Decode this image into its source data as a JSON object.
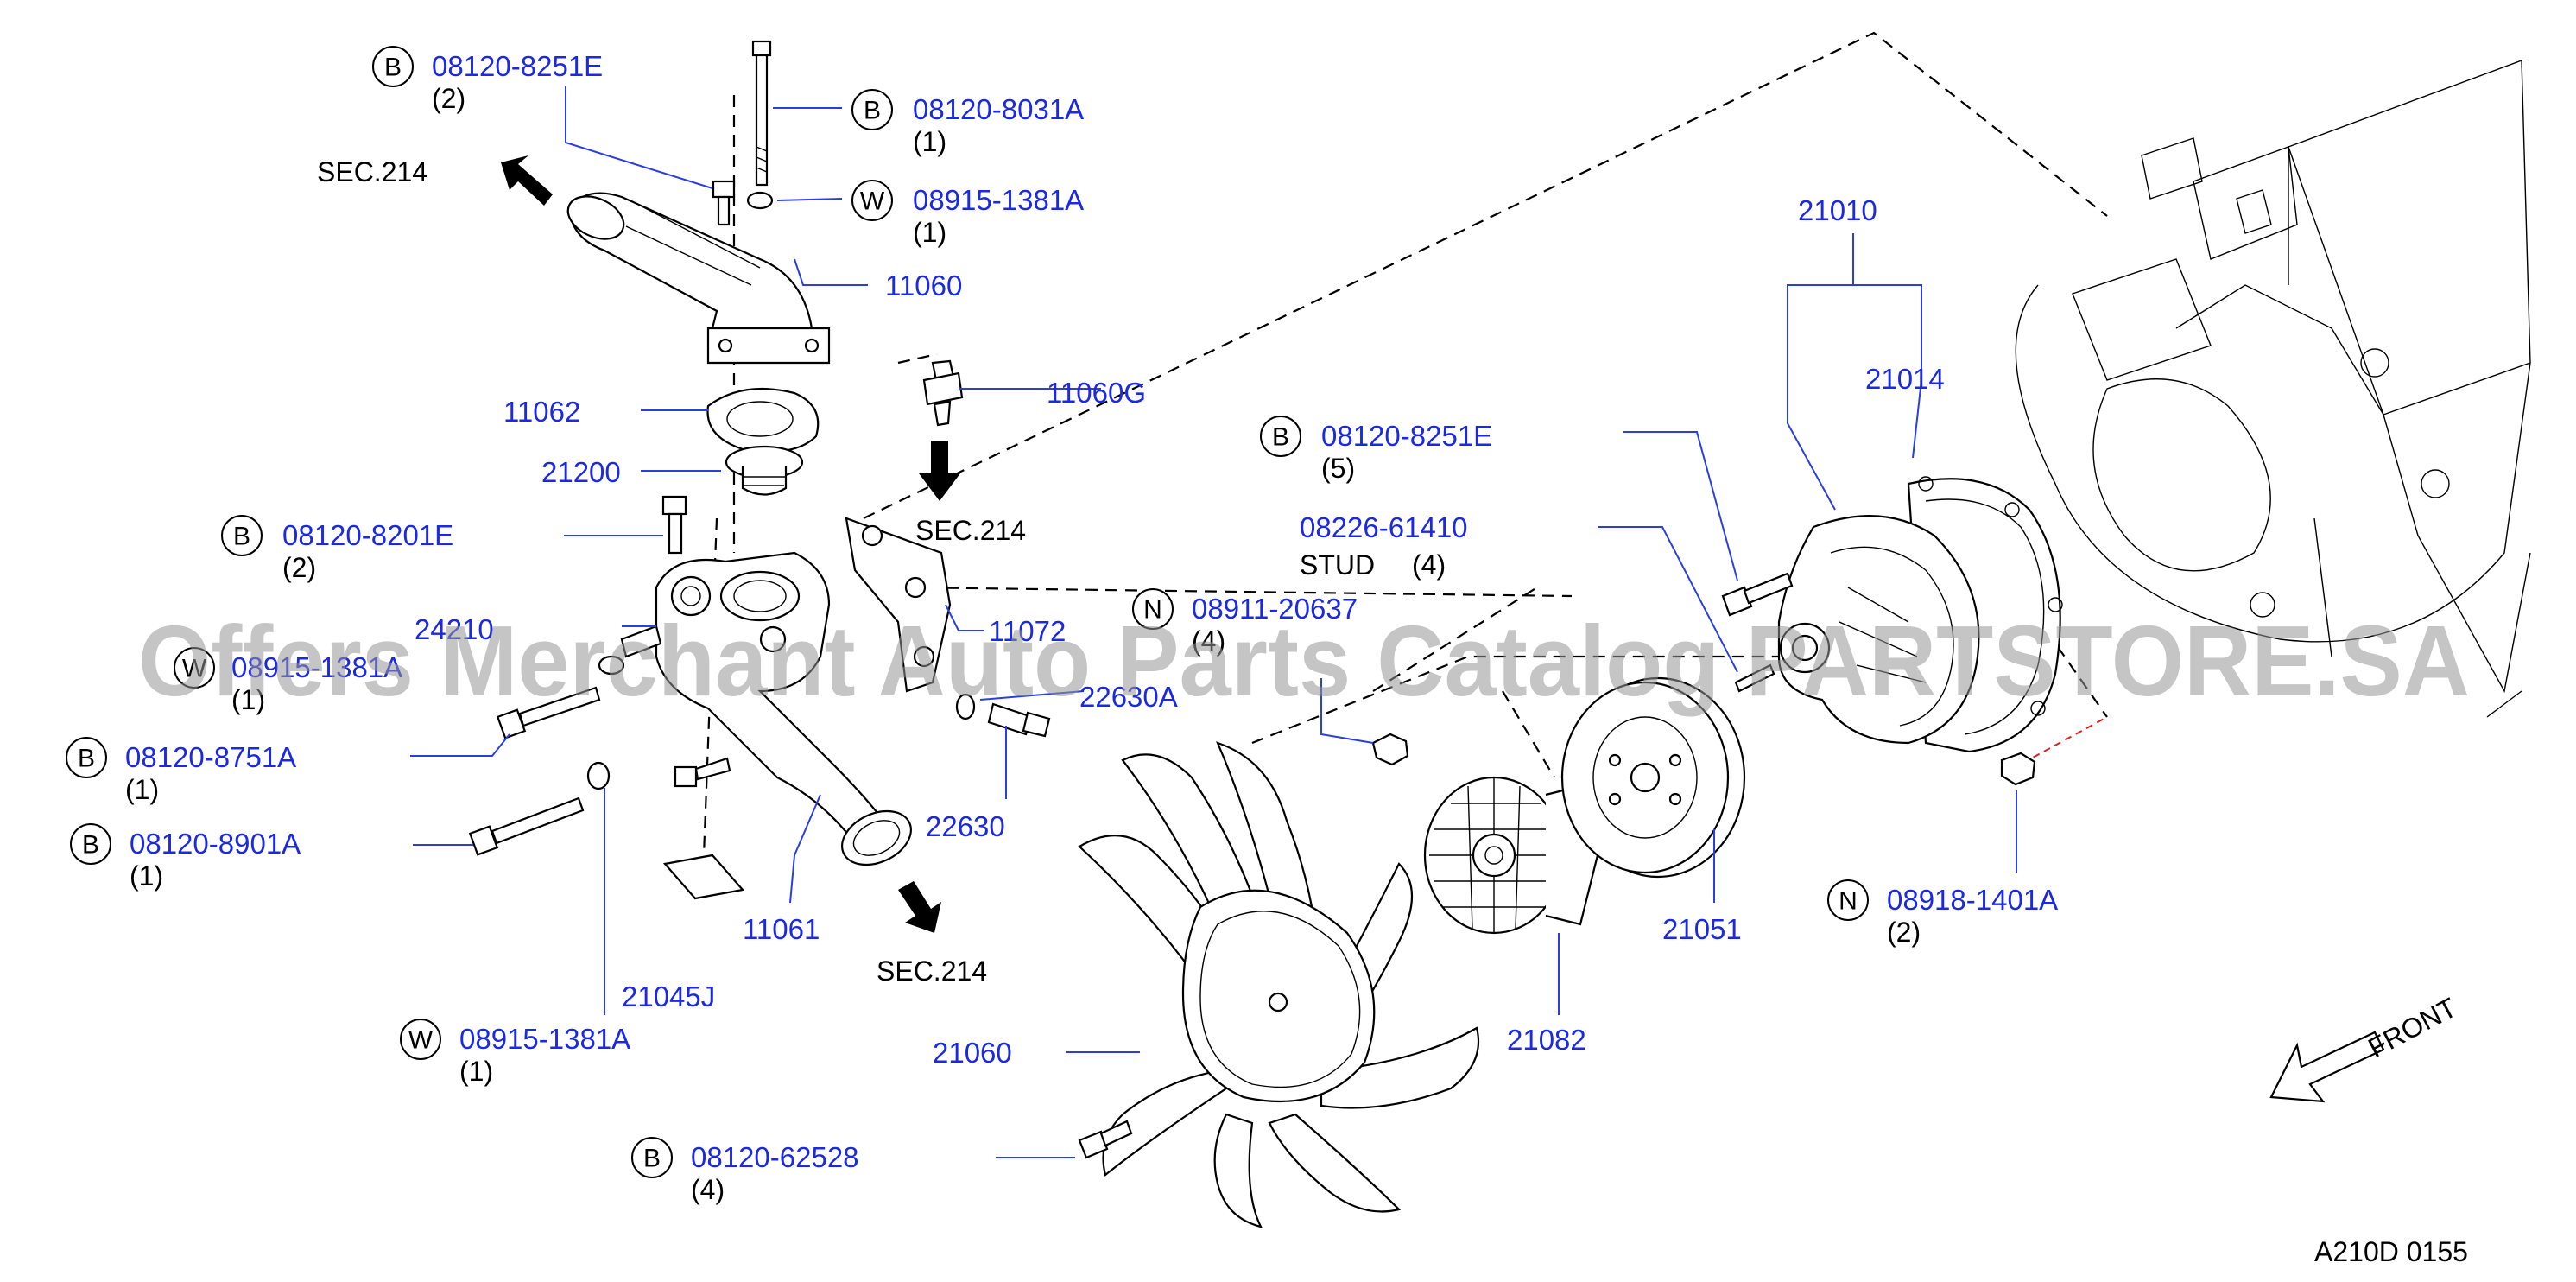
{
  "watermark": "Offers Merchant Auto Parts Catalog PARTSTORE.SA",
  "footer_code": "A210D  0155",
  "front_label": "FRONT",
  "sec_refs": [
    "SEC.214",
    "SEC.214",
    "SEC.214"
  ],
  "stud_label": "STUD",
  "fasteners": [
    {
      "letter": "B",
      "part": "08120-8251E",
      "qty": "(2)"
    },
    {
      "letter": "B",
      "part": "08120-8031A",
      "qty": "(1)"
    },
    {
      "letter": "W",
      "part": "08915-1381A",
      "qty": "(1)"
    },
    {
      "letter": "B",
      "part": "08120-8201E",
      "qty": "(2)"
    },
    {
      "letter": "W",
      "part": "08915-1381A",
      "qty": "(1)"
    },
    {
      "letter": "B",
      "part": "08120-8751A",
      "qty": "(1)"
    },
    {
      "letter": "B",
      "part": "08120-8901A",
      "qty": "(1)"
    },
    {
      "letter": "W",
      "part": "08915-1381A",
      "qty": "(1)"
    },
    {
      "letter": "B",
      "part": "08120-62528",
      "qty": "(4)"
    },
    {
      "letter": "B",
      "part": "08120-8251E",
      "qty": "(5)"
    },
    {
      "letter": "N",
      "part": "08911-20637",
      "qty": "(4)"
    },
    {
      "letter": "N",
      "part": "08918-1401A",
      "qty": "(2)"
    }
  ],
  "stud": {
    "part": "08226-61410",
    "qty": "(4)"
  },
  "parts": [
    "11060",
    "11060G",
    "11062",
    "21200",
    "24210",
    "11072",
    "22630A",
    "22630",
    "11061",
    "21045J",
    "21060",
    "21082",
    "21051",
    "21010",
    "21014"
  ],
  "colors": {
    "part_number": "#1b29e4",
    "text": "#000000",
    "leader": "#2b3fe0",
    "watermark": "#969696",
    "red_guide": "#e02020"
  }
}
